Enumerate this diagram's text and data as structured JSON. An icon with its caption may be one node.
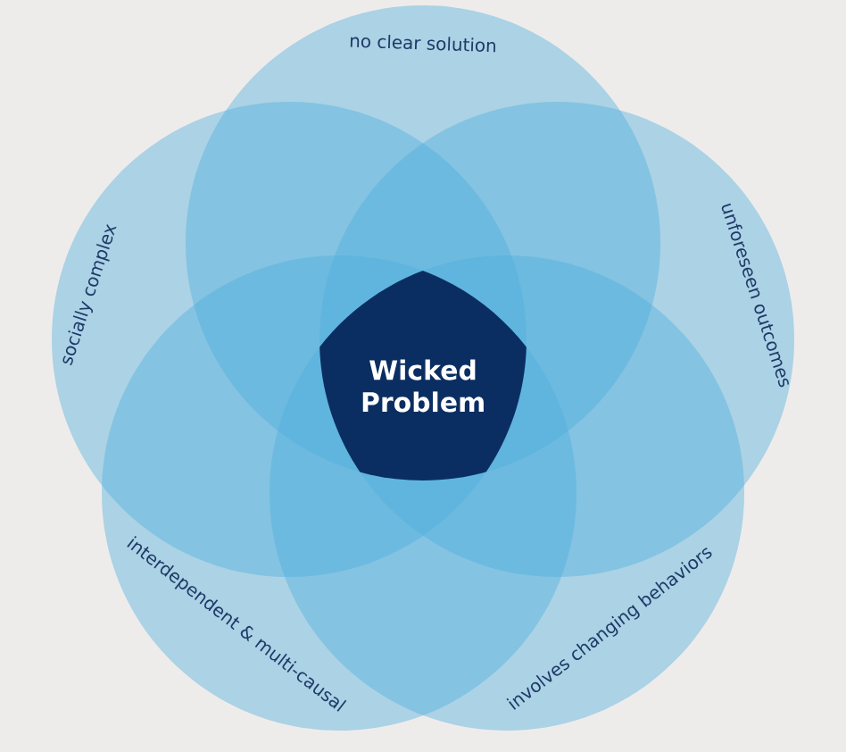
{
  "diagram": {
    "nodes": [
      {
        "text": [
          "no clear solution"
        ]
      },
      {
        "text": [
          "socially complex"
        ]
      },
      {
        "text": [
          "unforeseen outcomes"
        ]
      },
      {
        "text": [
          "interdependent & multi-causal"
        ]
      },
      {
        "text": [
          "involves changing behaviors"
        ]
      },
      {
        "text": [
          "Wicked Problem"
        ]
      }
    ]
  }
}
